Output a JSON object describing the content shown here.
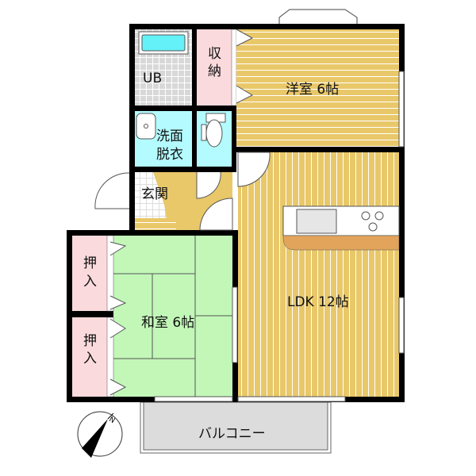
{
  "rooms": {
    "unit_bath": "UB",
    "storage_line1": "収",
    "storage_line2": "納",
    "western_room": "洋室 6帖",
    "washroom_line1": "洗面",
    "washroom_line2": "脱衣",
    "entrance": "玄関",
    "ldk": "LDK 12帖",
    "japanese_room": "和室 6帖",
    "closet1_line1": "押",
    "closet1_line2": "入",
    "closet2_line1": "押",
    "closet2_line2": "入",
    "balcony": "バルコニー"
  },
  "compass": {
    "label": "N"
  },
  "colors": {
    "wall": "#000000",
    "wood_floor": "#e9c86a",
    "tatami": "#c2f7b8",
    "storage": "#fadadd",
    "water_area": "#b3fbff",
    "bath_tile": "#d8d8d8",
    "balcony": "#dcdcdc"
  }
}
